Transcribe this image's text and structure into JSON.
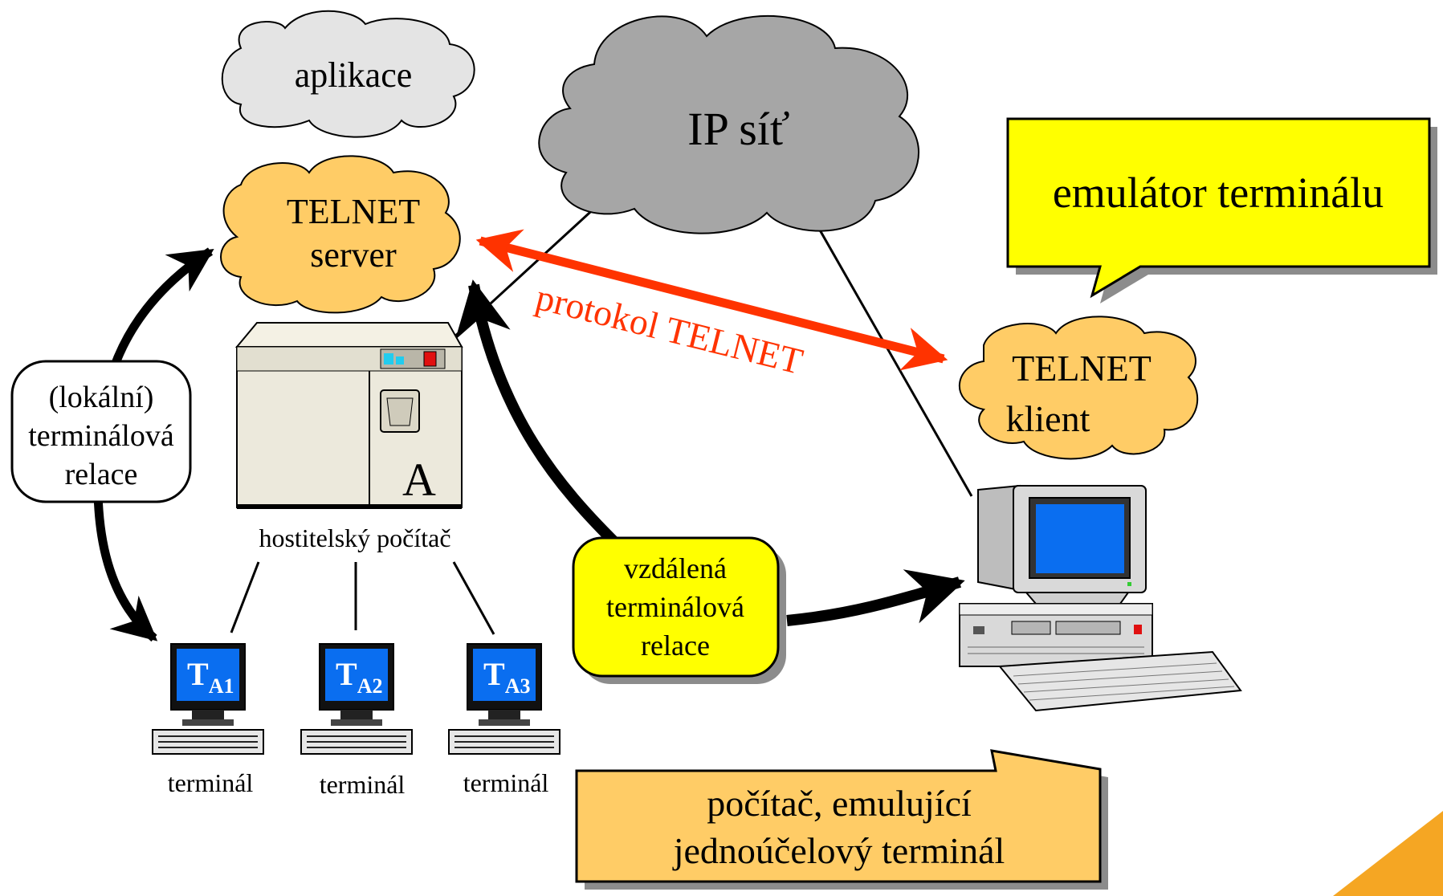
{
  "labels": {
    "cloud_app": "aplikace",
    "cloud_ip": "IP síť",
    "server_line1": "TELNET",
    "server_line2": "server",
    "client_line1": "TELNET",
    "client_line2": "klient",
    "protocol": "protokol TELNET",
    "emulator": "emulátor terminálu",
    "local_line1": "(lokální)",
    "local_line2": "terminálová",
    "local_line3": "relace",
    "host_letter": "A",
    "host_caption": "hostitelský počítač",
    "remote_line1": "vzdálená",
    "remote_line2": "terminálová",
    "remote_line3": "relace",
    "emul_pc_line1": "počítač, emulující",
    "emul_pc_line2": "jednoúčelový terminál"
  },
  "terminals": [
    {
      "screen_main": "T",
      "screen_sub": "A1",
      "caption": "terminál"
    },
    {
      "screen_main": "T",
      "screen_sub": "A2",
      "caption": "terminál"
    },
    {
      "screen_main": "T",
      "screen_sub": "A3",
      "caption": "terminál"
    }
  ],
  "colors": {
    "cloud_gray_light": "#e4e4e4",
    "cloud_gray_dark": "#a6a6a6",
    "cloud_orange": "#ffcc66",
    "callout_yellow": "#ffff00",
    "protocol_red": "#ff3300",
    "screen_blue": "#0a6ef0"
  }
}
